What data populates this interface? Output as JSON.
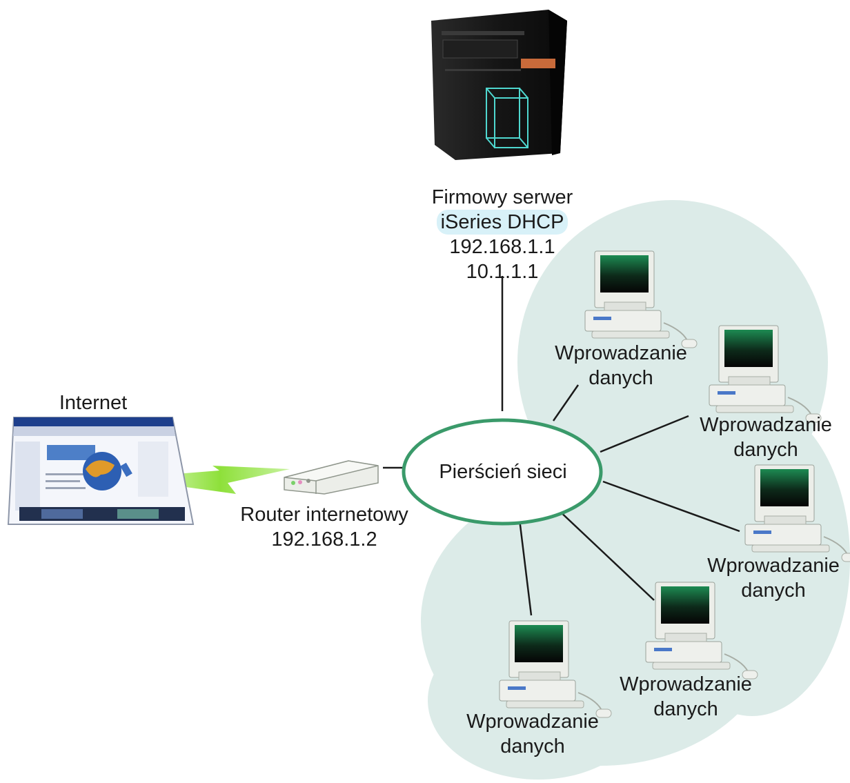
{
  "server": {
    "icon": "server-tower-icon",
    "line1": "Firmowy serwer",
    "line2": "iSeries DHCP",
    "ip1": "192.168.1.1",
    "ip2": "10.1.1.1"
  },
  "internet": {
    "icon": "browser-window-icon",
    "label": "Internet"
  },
  "router": {
    "icon": "router-icon",
    "label": "Router internetowy",
    "ip": "192.168.1.2"
  },
  "ring": {
    "label": "Pierścień sieci",
    "color": "#3a9a6a"
  },
  "workstations": [
    {
      "line1": "Wprowadzanie",
      "line2": "danych"
    },
    {
      "line1": "Wprowadzanie",
      "line2": "danych"
    },
    {
      "line1": "Wprowadzanie",
      "line2": "danych"
    },
    {
      "line1": "Wprowadzanie",
      "line2": "danych"
    },
    {
      "line1": "Wprowadzanie",
      "line2": "danych"
    }
  ],
  "colors": {
    "cloud": "#dcebe8",
    "lightning": "#8ee03a",
    "screen_top": "#1d8a52",
    "highlight": "#d8f1f8"
  }
}
